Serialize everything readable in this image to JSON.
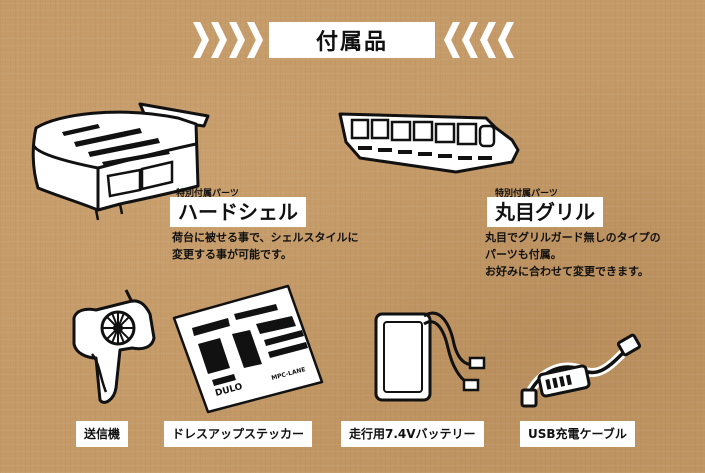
{
  "title": "付属品",
  "hardshell": {
    "badge": "特別付属パーツ",
    "name": "ハードシェル",
    "desc_line1": "荷台に被せる事で、シェルスタイルに",
    "desc_line2": "変更する事が可能です。"
  },
  "grille": {
    "badge": "特別付属パーツ",
    "name": "丸目グリル",
    "desc_line1": "丸目でグリルガード無しのタイプの",
    "desc_line2": "パーツも付属。",
    "desc_line3": "お好みに合わせて変更できます。"
  },
  "items": {
    "transmitter": "送信機",
    "sticker": "ドレスアップステッカー",
    "battery": "走行用7.4Vバッテリー",
    "usb": "USB充電ケーブル"
  },
  "sticker_text": {
    "brand": "DULO",
    "sub": "MPC-LANE"
  },
  "colors": {
    "background": "#c49a68",
    "panel": "#ffffff",
    "ink": "#111111"
  }
}
